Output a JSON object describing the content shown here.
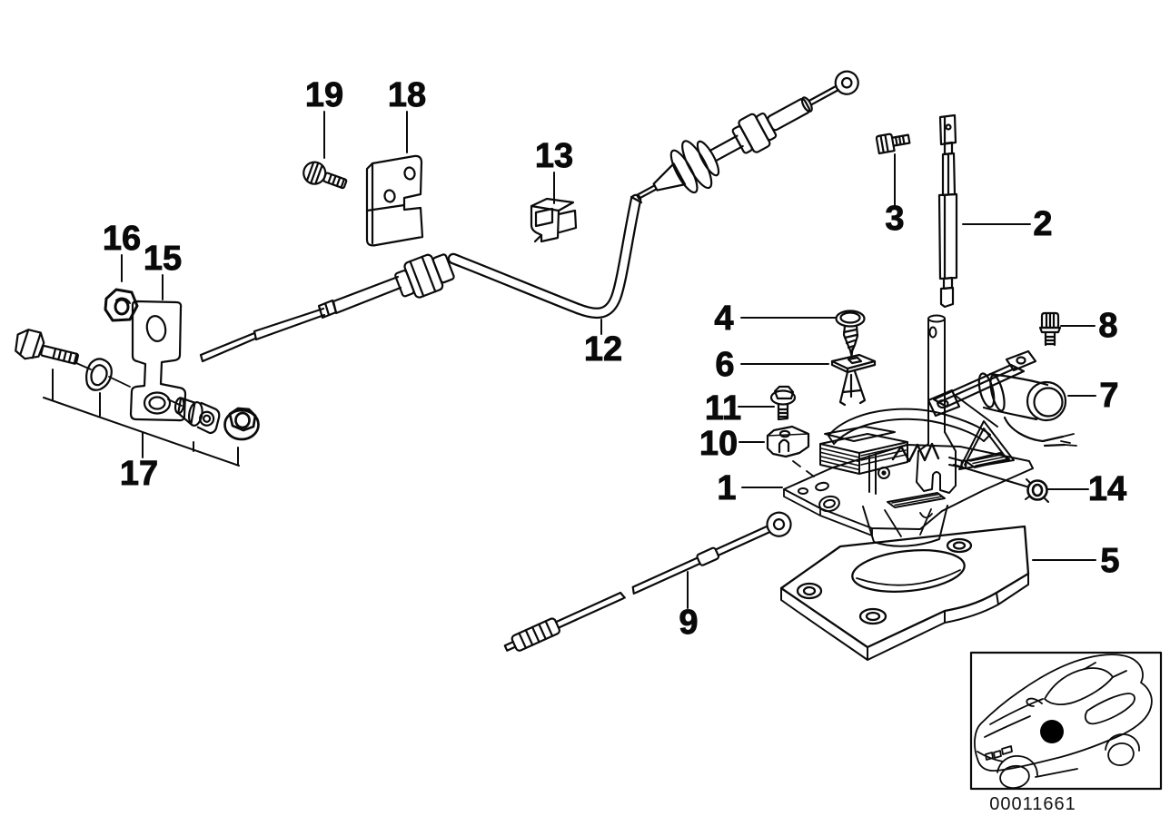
{
  "diagram": {
    "description": "exploded-parts-diagram shift interlock mechanism",
    "image_id": "00011661",
    "callouts": [
      {
        "number": "1"
      },
      {
        "number": "2"
      },
      {
        "number": "3"
      },
      {
        "number": "4"
      },
      {
        "number": "5"
      },
      {
        "number": "6"
      },
      {
        "number": "7"
      },
      {
        "number": "8"
      },
      {
        "number": "9"
      },
      {
        "number": "10"
      },
      {
        "number": "11"
      },
      {
        "number": "12"
      },
      {
        "number": "13"
      },
      {
        "number": "14"
      },
      {
        "number": "15"
      },
      {
        "number": "16"
      },
      {
        "number": "17"
      },
      {
        "number": "18"
      },
      {
        "number": "19"
      }
    ]
  },
  "colors": {
    "line": "#0a0a0a",
    "background": "#ffffff",
    "location_marker": "#000000"
  }
}
